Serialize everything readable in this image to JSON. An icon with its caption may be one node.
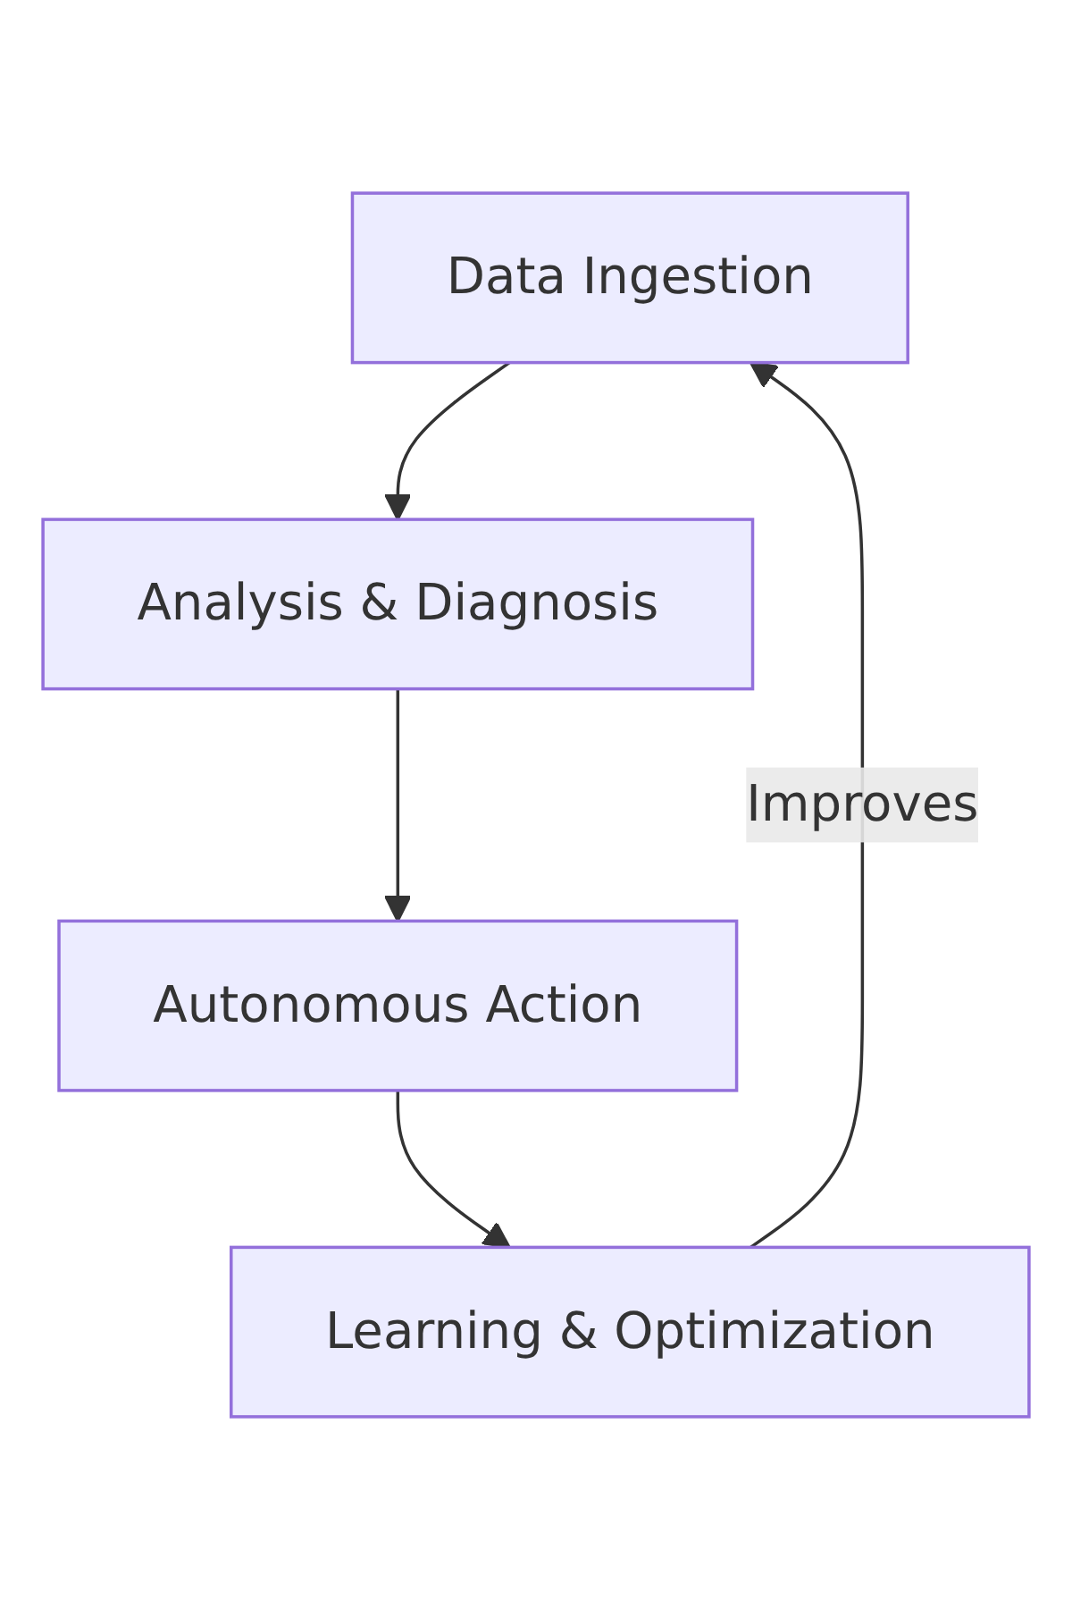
{
  "diagram": {
    "nodes": [
      {
        "text": [
          "Data Ingestion"
        ]
      },
      {
        "text": [
          "Analysis & Diagnosis"
        ]
      },
      {
        "text": [
          "Autonomous Action"
        ]
      },
      {
        "text": [
          "Learning & Optimization"
        ]
      }
    ],
    "edges": [
      {
        "from": 0,
        "to": 1,
        "arrow": "to"
      },
      {
        "from": 1,
        "to": 2,
        "arrow": "to"
      },
      {
        "from": 2,
        "to": 3,
        "arrow": "to"
      },
      {
        "from": 3,
        "to": 0,
        "arrow": "to",
        "label": "Improves"
      }
    ]
  }
}
